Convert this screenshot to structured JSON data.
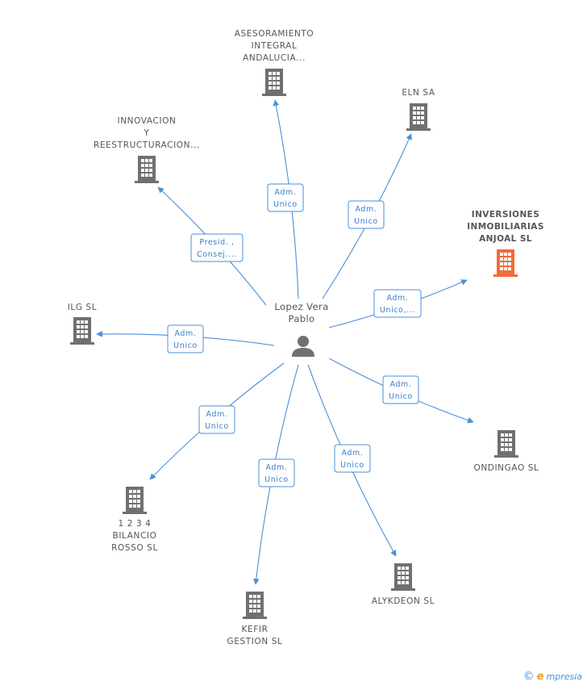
{
  "center": {
    "label_lines": [
      "Lopez Vera",
      "Pablo"
    ]
  },
  "colors": {
    "edge": "#4a8fd8",
    "building": "#707070",
    "building_highlight": "#f26b3a"
  },
  "nodes": [
    {
      "id": "asesoramiento",
      "label_lines": [
        "ASESORAMIENTO",
        "INTEGRAL",
        "ANDALUCIA..."
      ],
      "highlight": false,
      "icon": "building-icon"
    },
    {
      "id": "eln",
      "label_lines": [
        "ELN SA"
      ],
      "highlight": false,
      "icon": "building-icon"
    },
    {
      "id": "innovacion",
      "label_lines": [
        "INNOVACION",
        "Y",
        "REESTRUCTURACION..."
      ],
      "highlight": false,
      "icon": "building-icon"
    },
    {
      "id": "inversiones",
      "label_lines": [
        "INVERSIONES",
        "INMOBILIARIAS",
        "ANJOAL SL"
      ],
      "highlight": true,
      "icon": "building-icon"
    },
    {
      "id": "ilg",
      "label_lines": [
        "ILG SL"
      ],
      "highlight": false,
      "icon": "building-icon"
    },
    {
      "id": "ondingao",
      "label_lines": [
        "ONDINGAO SL"
      ],
      "highlight": false,
      "icon": "building-icon"
    },
    {
      "id": "bilancio",
      "label_lines": [
        "1 2 3 4",
        "BILANCIO",
        "ROSSO SL"
      ],
      "highlight": false,
      "icon": "building-icon"
    },
    {
      "id": "alykdeon",
      "label_lines": [
        "ALYKDEON SL"
      ],
      "highlight": false,
      "icon": "building-icon"
    },
    {
      "id": "kefir",
      "label_lines": [
        "KEFIR",
        "GESTION SL"
      ],
      "highlight": false,
      "icon": "building-icon"
    }
  ],
  "edges": [
    {
      "to": "asesoramiento",
      "label_lines": [
        "Adm.",
        "Unico"
      ]
    },
    {
      "to": "eln",
      "label_lines": [
        "Adm.",
        "Unico"
      ]
    },
    {
      "to": "innovacion",
      "label_lines": [
        "Presid. ,",
        "Consej...."
      ]
    },
    {
      "to": "inversiones",
      "label_lines": [
        "Adm.",
        "Unico,..."
      ]
    },
    {
      "to": "ilg",
      "label_lines": [
        "Adm.",
        "Unico"
      ]
    },
    {
      "to": "ondingao",
      "label_lines": [
        "Adm.",
        "Unico"
      ]
    },
    {
      "to": "bilancio",
      "label_lines": [
        "Adm.",
        "Unico"
      ]
    },
    {
      "to": "kefir",
      "label_lines": [
        "Adm.",
        "Unico"
      ]
    },
    {
      "to": "alykdeon",
      "label_lines": [
        "Adm.",
        "Unico"
      ]
    }
  ],
  "footer": {
    "copyright_symbol": "©",
    "brand_initial": "e",
    "brand_rest": "mpresia"
  }
}
